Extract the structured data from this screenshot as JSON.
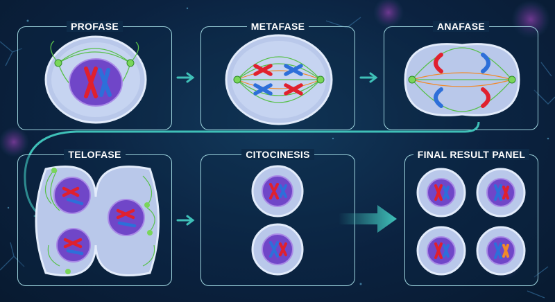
{
  "panels": [
    {
      "id": "profase",
      "title": "PROFASE"
    },
    {
      "id": "metafase",
      "title": "METAFASE"
    },
    {
      "id": "anafase",
      "title": "ANAFASE"
    },
    {
      "id": "telofase",
      "title": "TELOFASE"
    },
    {
      "id": "citocinesis",
      "title": "CITOCINESIS"
    },
    {
      "id": "final",
      "title": "FINAL RESULT PANEL"
    }
  ],
  "colors": {
    "panel_border": "#9fd6df",
    "chromosome_red": "#e0202e",
    "chromosome_blue": "#2d6fd9",
    "spindle_green": "#58c04a",
    "spindle_orange": "#f08a2a",
    "arrow_teal": "#3fc0b8",
    "cell_membrane": "#c9d8f2",
    "nucleus_purple": "#6a3fc2"
  }
}
